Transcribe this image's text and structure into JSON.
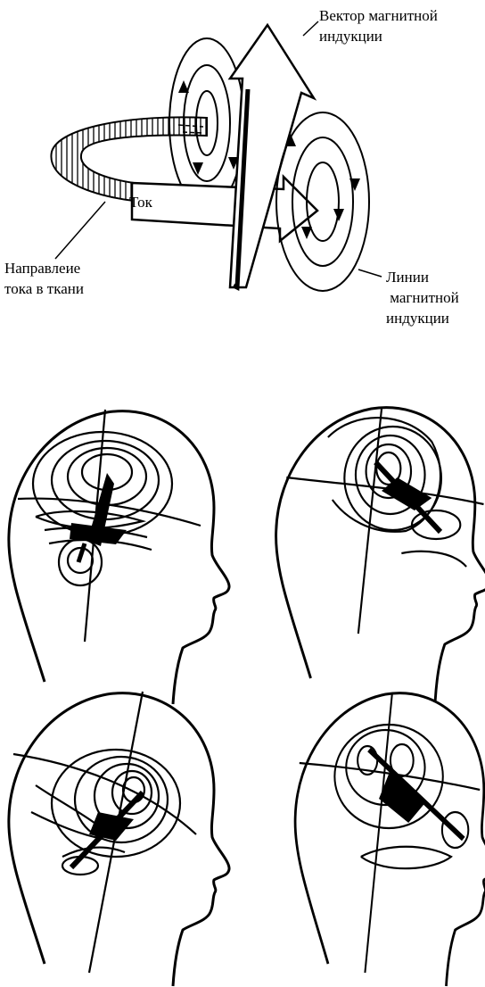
{
  "labels": {
    "vector_line1": "Вектор магнитной",
    "vector_line2": "индукции",
    "current": "Ток",
    "direction_line1": "Направлеие",
    "direction_line2": "тока в ткани",
    "field_lines_line1": "Линии",
    "field_lines_line2": " магнитной",
    "field_lines_line3": "индукции"
  },
  "colors": {
    "ink": "#000000",
    "background": "#ffffff"
  }
}
